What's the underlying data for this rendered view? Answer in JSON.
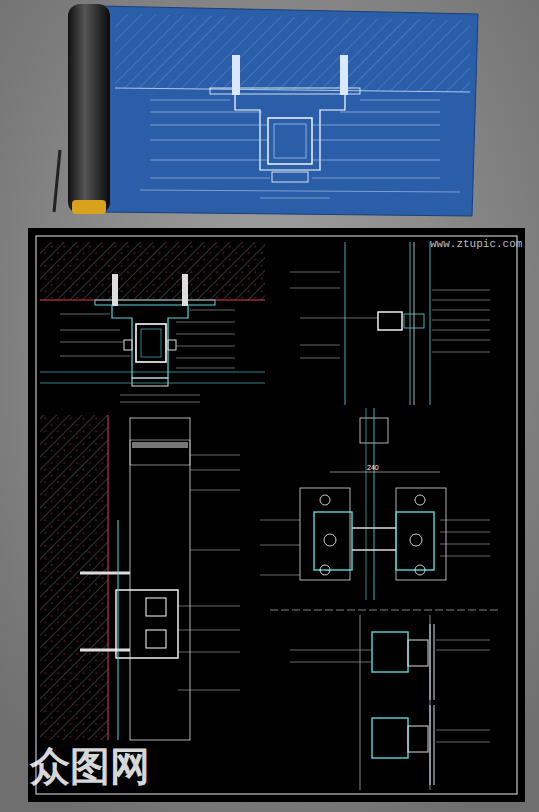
{
  "diagram": {
    "labels": [
      "www.ztupic.com",
      "众图网",
      "240"
    ]
  }
}
